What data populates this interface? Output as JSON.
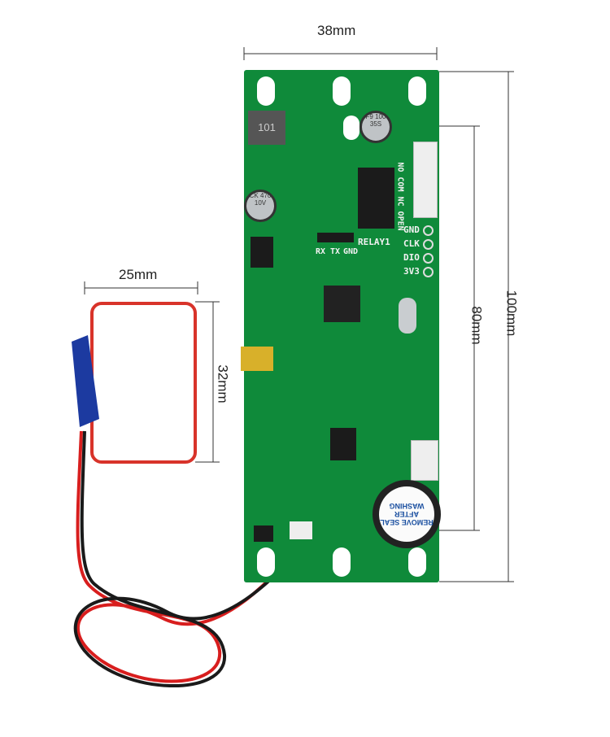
{
  "dimensions": {
    "board_width": "38mm",
    "board_length": "100mm",
    "mount_spacing": "80mm",
    "coil_width": "25mm",
    "coil_height": "32mm"
  },
  "board": {
    "relay_label": "RELAY1",
    "relay_pins": "NO COM NC OPEN",
    "header_pins": [
      "GND",
      "CLK",
      "DIO",
      "3V3"
    ],
    "uart_pins": [
      "RX",
      "TX",
      "GND"
    ],
    "inductor_marking": "101",
    "cap_marking": "F9 100 35S",
    "cap2_marking": "CK 470 10V",
    "buzzer_text": "REMOVE SEAL AFTER WASHING",
    "colors": {
      "pcb": "#0f8a3a",
      "wire_red": "#d81e1e",
      "coil": "#d8332a"
    }
  }
}
